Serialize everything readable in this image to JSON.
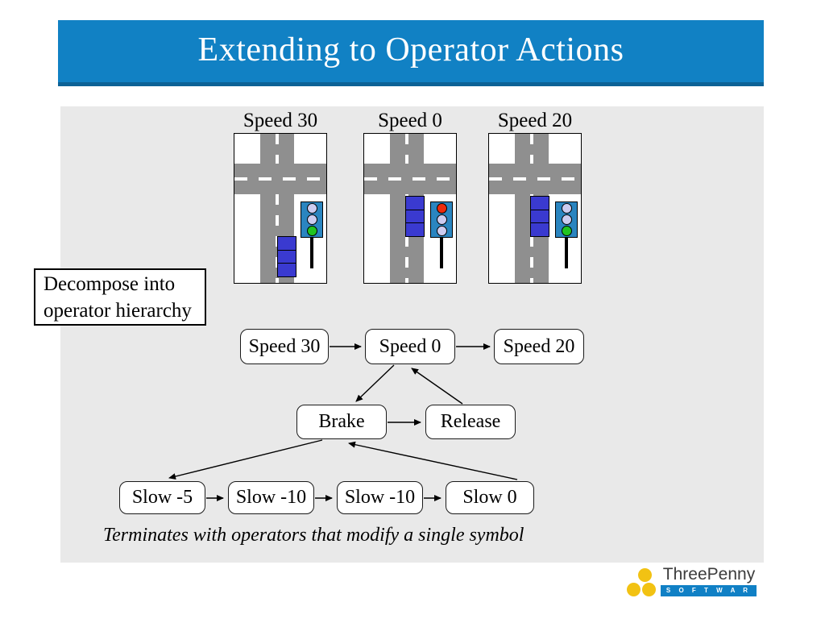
{
  "slide": {
    "title": "Extending to Operator Actions",
    "caption": "Terminates with operators that modify a single symbol",
    "note_box": {
      "line1": "Decompose into",
      "line2": "operator hierarchy"
    }
  },
  "scenes": [
    {
      "label": "Speed 30",
      "car_position": "far",
      "lights": [
        "off",
        "off",
        "green"
      ]
    },
    {
      "label": "Speed 0",
      "car_position": "near",
      "lights": [
        "red",
        "off",
        "off"
      ]
    },
    {
      "label": "Speed 20",
      "car_position": "near",
      "lights": [
        "off",
        "off",
        "green"
      ]
    }
  ],
  "hierarchy": {
    "nodes": {
      "speed30": "Speed 30",
      "speed0": "Speed 0",
      "speed20": "Speed 20",
      "brake": "Brake",
      "release": "Release",
      "slow5": "Slow -5",
      "slow10a": "Slow -10",
      "slow10b": "Slow -10",
      "slow0": "Slow 0"
    },
    "edges": [
      {
        "from": "speed30",
        "to": "speed0"
      },
      {
        "from": "speed0",
        "to": "speed20"
      },
      {
        "from": "speed0",
        "to": "brake"
      },
      {
        "from": "release",
        "to": "speed0"
      },
      {
        "from": "brake",
        "to": "release"
      },
      {
        "from": "brake",
        "to": "slow5"
      },
      {
        "from": "slow0",
        "to": "brake"
      },
      {
        "from": "slow5",
        "to": "slow10a"
      },
      {
        "from": "slow10a",
        "to": "slow10b"
      },
      {
        "from": "slow10b",
        "to": "slow0"
      }
    ]
  },
  "logo": {
    "name": "ThreePenny",
    "sub": "S O F T W A R E"
  },
  "colors": {
    "banner_blue": "#1181c4",
    "banner_edge": "#0d6296",
    "slide_bg": "#e9e9e9",
    "road_gray": "#8f8f8f",
    "car_blue": "#3a3ad0",
    "signal_housing": "#2a85c0",
    "light_palette": {
      "off": "#ccccf0",
      "red": "#ee2b0c",
      "green": "#21c421"
    },
    "logo_yellow": "#f2c213",
    "logo_bar_blue": "#1080c5"
  }
}
